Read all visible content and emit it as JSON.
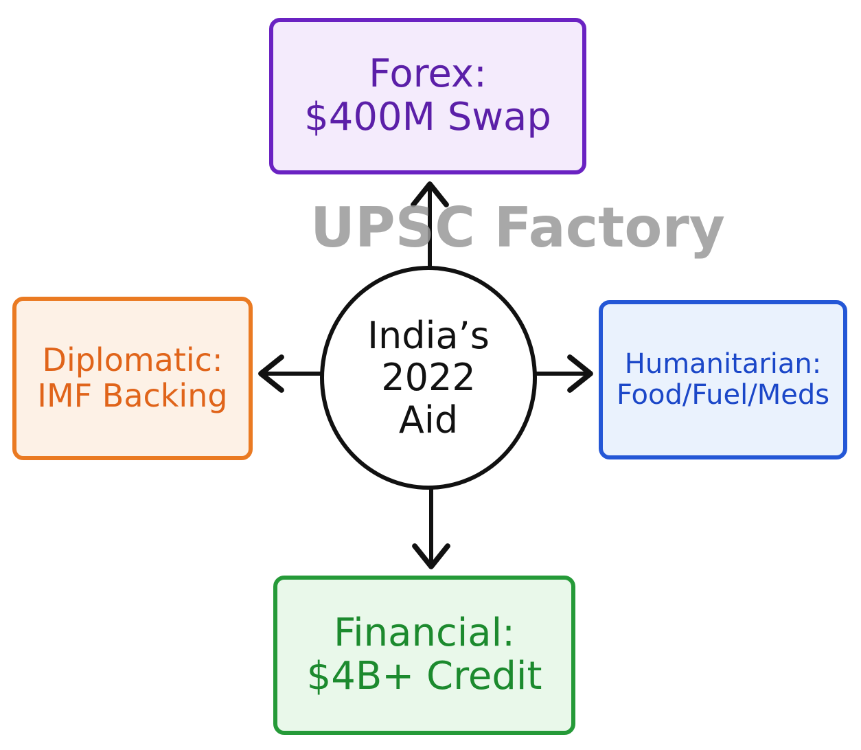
{
  "watermark": "UPSC Factory",
  "hub": {
    "line1": "India’s",
    "line2": "2022",
    "line3": "Aid",
    "border_color": "#111111"
  },
  "nodes": {
    "forex": {
      "line1": "Forex:",
      "line2": "$400M Swap",
      "text_color": "#5b1fa8",
      "border_color": "#6a22c2",
      "fill_color": "#f4ebfc"
    },
    "diplomatic": {
      "line1": "Diplomatic:",
      "line2": "IMF Backing",
      "text_color": "#e0641a",
      "border_color": "#ea7a22",
      "fill_color": "#fdf1e6"
    },
    "humanitarian": {
      "line1": "Humanitarian:",
      "line2": "Food/Fuel/Meds",
      "text_color": "#1b47c8",
      "border_color": "#2457d6",
      "fill_color": "#eaf2fd"
    },
    "financial": {
      "line1": "Financial:",
      "line2": "$4B+ Credit",
      "text_color": "#1c8a2e",
      "border_color": "#259a38",
      "fill_color": "#e9f8ea"
    }
  },
  "arrow_color": "#111111"
}
